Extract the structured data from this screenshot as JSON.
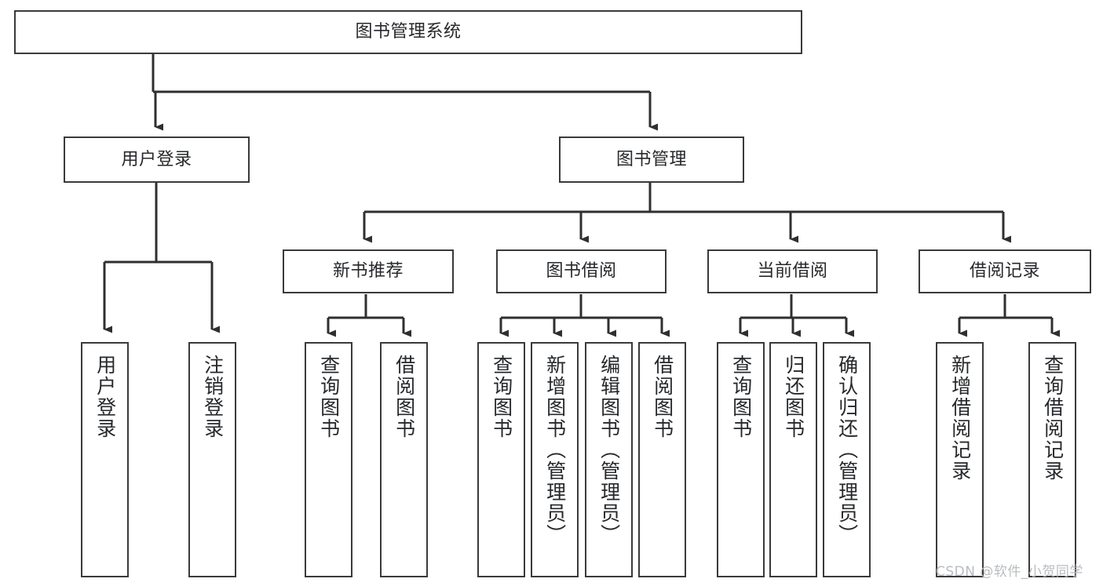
{
  "diagram": {
    "title": "图书管理系统",
    "type": "tree-hierarchy",
    "watermark": "CSDN @软件_小贺同学",
    "colors": {
      "box_border": "#3a3a3a",
      "box_fill": "#ffffff",
      "connector": "#2f2f2f",
      "text": "#26282b",
      "watermark": "#b9bcc0",
      "background": "#ffffff"
    },
    "nodes": {
      "root": {
        "label": "图书管理系统"
      },
      "level1": [
        {
          "label": "用户登录"
        },
        {
          "label": "图书管理"
        }
      ],
      "level2": [
        {
          "label": "新书推荐"
        },
        {
          "label": "图书借阅"
        },
        {
          "label": "当前借阅"
        },
        {
          "label": "借阅记录"
        }
      ],
      "leaves": {
        "user_login": [
          {
            "label": "用户登录"
          },
          {
            "label": "注销登录"
          }
        ],
        "new_book_recommend": [
          {
            "label": "查询图书"
          },
          {
            "label": "借阅图书"
          }
        ],
        "book_borrow": [
          {
            "label": "查询图书"
          },
          {
            "label": "新增图书（管理员）"
          },
          {
            "label": "编辑图书（管理员）"
          },
          {
            "label": "借阅图书"
          }
        ],
        "current_borrow": [
          {
            "label": "查询图书"
          },
          {
            "label": "归还图书"
          },
          {
            "label": "确认归还（管理员）"
          }
        ],
        "borrow_record": [
          {
            "label": "新增借阅记录"
          },
          {
            "label": "查询借阅记录"
          }
        ]
      }
    }
  }
}
